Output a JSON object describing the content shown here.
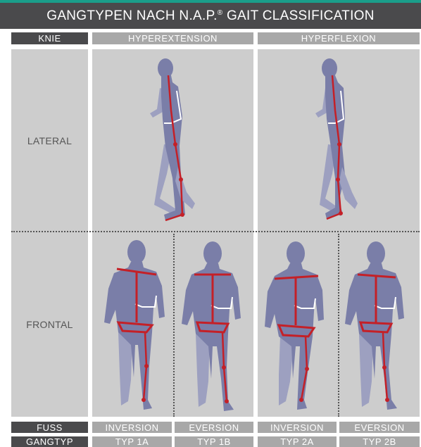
{
  "title": {
    "main": "GANGTYPEN NACH N.A.P.",
    "reg": "®",
    "sub": "GAIT CLASSIFICATION"
  },
  "headers": {
    "knie": "KNIE",
    "hyperextension": "HYPEREXTENSION",
    "hyperflexion": "HYPERFLEXION"
  },
  "rows": {
    "lateral": "LATERAL",
    "frontal": "FRONTAL"
  },
  "footer": {
    "fuss": "FUSS",
    "fuss_values": [
      "INVERSION",
      "EVERSION",
      "INVERSION",
      "EVERSION"
    ],
    "gangtyp": "GANGTYP",
    "gangtyp_values": [
      "TYP 1A",
      "TYP 1B",
      "TYP 2A",
      "TYP 2B"
    ]
  },
  "colors": {
    "figure": "#7a7ea8",
    "figure_light": "#9da0c0",
    "line": "#c42027",
    "accent": "#1a9e8a"
  }
}
